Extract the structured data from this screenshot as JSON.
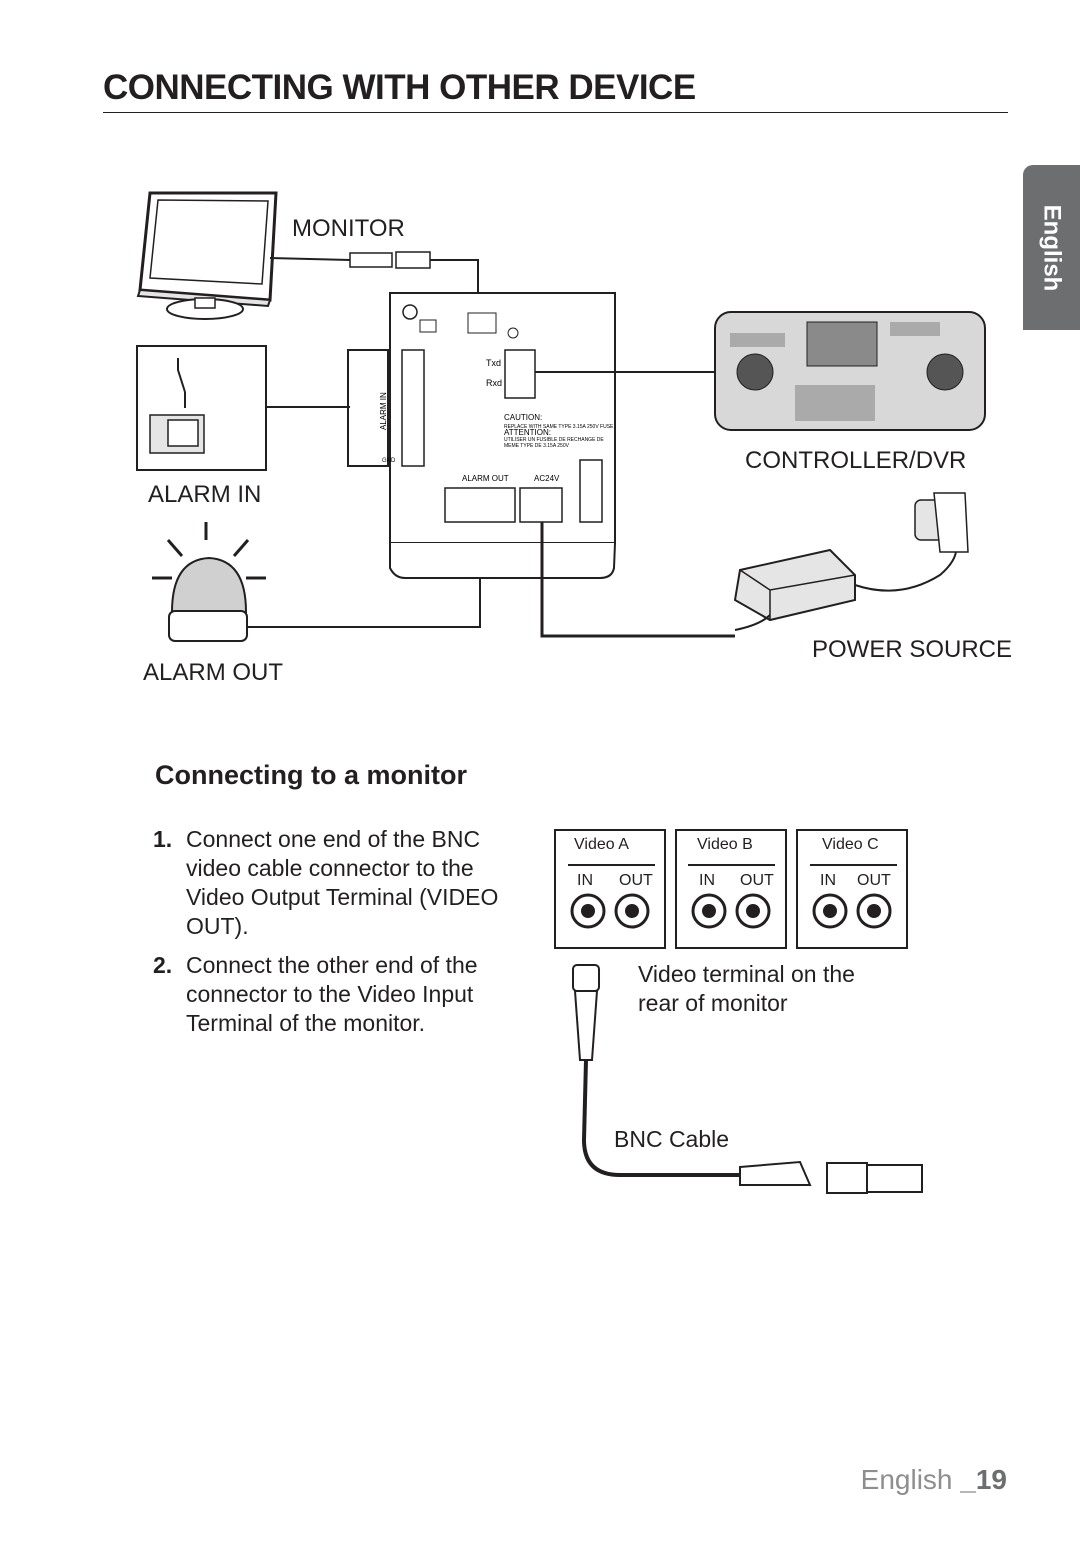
{
  "page": {
    "title": "CONNECTING WITH OTHER DEVICE",
    "language_tab": "English",
    "footer_lang": "English ",
    "footer_page": "_19"
  },
  "diagram": {
    "monitor_label": "MONITOR",
    "alarm_in_label": "ALARM IN",
    "alarm_out_label": "ALARM OUT",
    "controller_label": "CONTROLLER/DVR",
    "power_label": "POWER SOURCE",
    "board_texts": {
      "txd": "Txd",
      "rxd": "Rxd",
      "alarm_in": "ALARM IN",
      "gnd": "GND",
      "caution": "CAUTION:",
      "caution_text": "REPLACE WITH SAME TYPE 3.15A 250V FUSE",
      "attention": "ATTENTION:",
      "attention_text_1": "UTILISER UN FUSIBLE DE RECHANGE DE",
      "attention_text_2": "MEME TYPE DE 3.15A 250V",
      "alarm_out": "ALARM OUT",
      "ac24v": "AC24V"
    }
  },
  "monitor_section": {
    "heading": "Connecting to a monitor",
    "steps": [
      {
        "num": "1.",
        "text": "Connect one end of the BNC video cable connector to the Video Output Terminal (VIDEO OUT)."
      },
      {
        "num": "2.",
        "text": "Connect the other end of the connector to the Video Input Terminal of the monitor."
      }
    ],
    "video_boxes": [
      {
        "title": "Video A",
        "in": "IN",
        "out": "OUT"
      },
      {
        "title": "Video B",
        "in": "IN",
        "out": "OUT"
      },
      {
        "title": "Video C",
        "in": "IN",
        "out": "OUT"
      }
    ],
    "terminal_caption": "Video terminal on the rear of monitor",
    "cable_caption": "BNC Cable"
  }
}
